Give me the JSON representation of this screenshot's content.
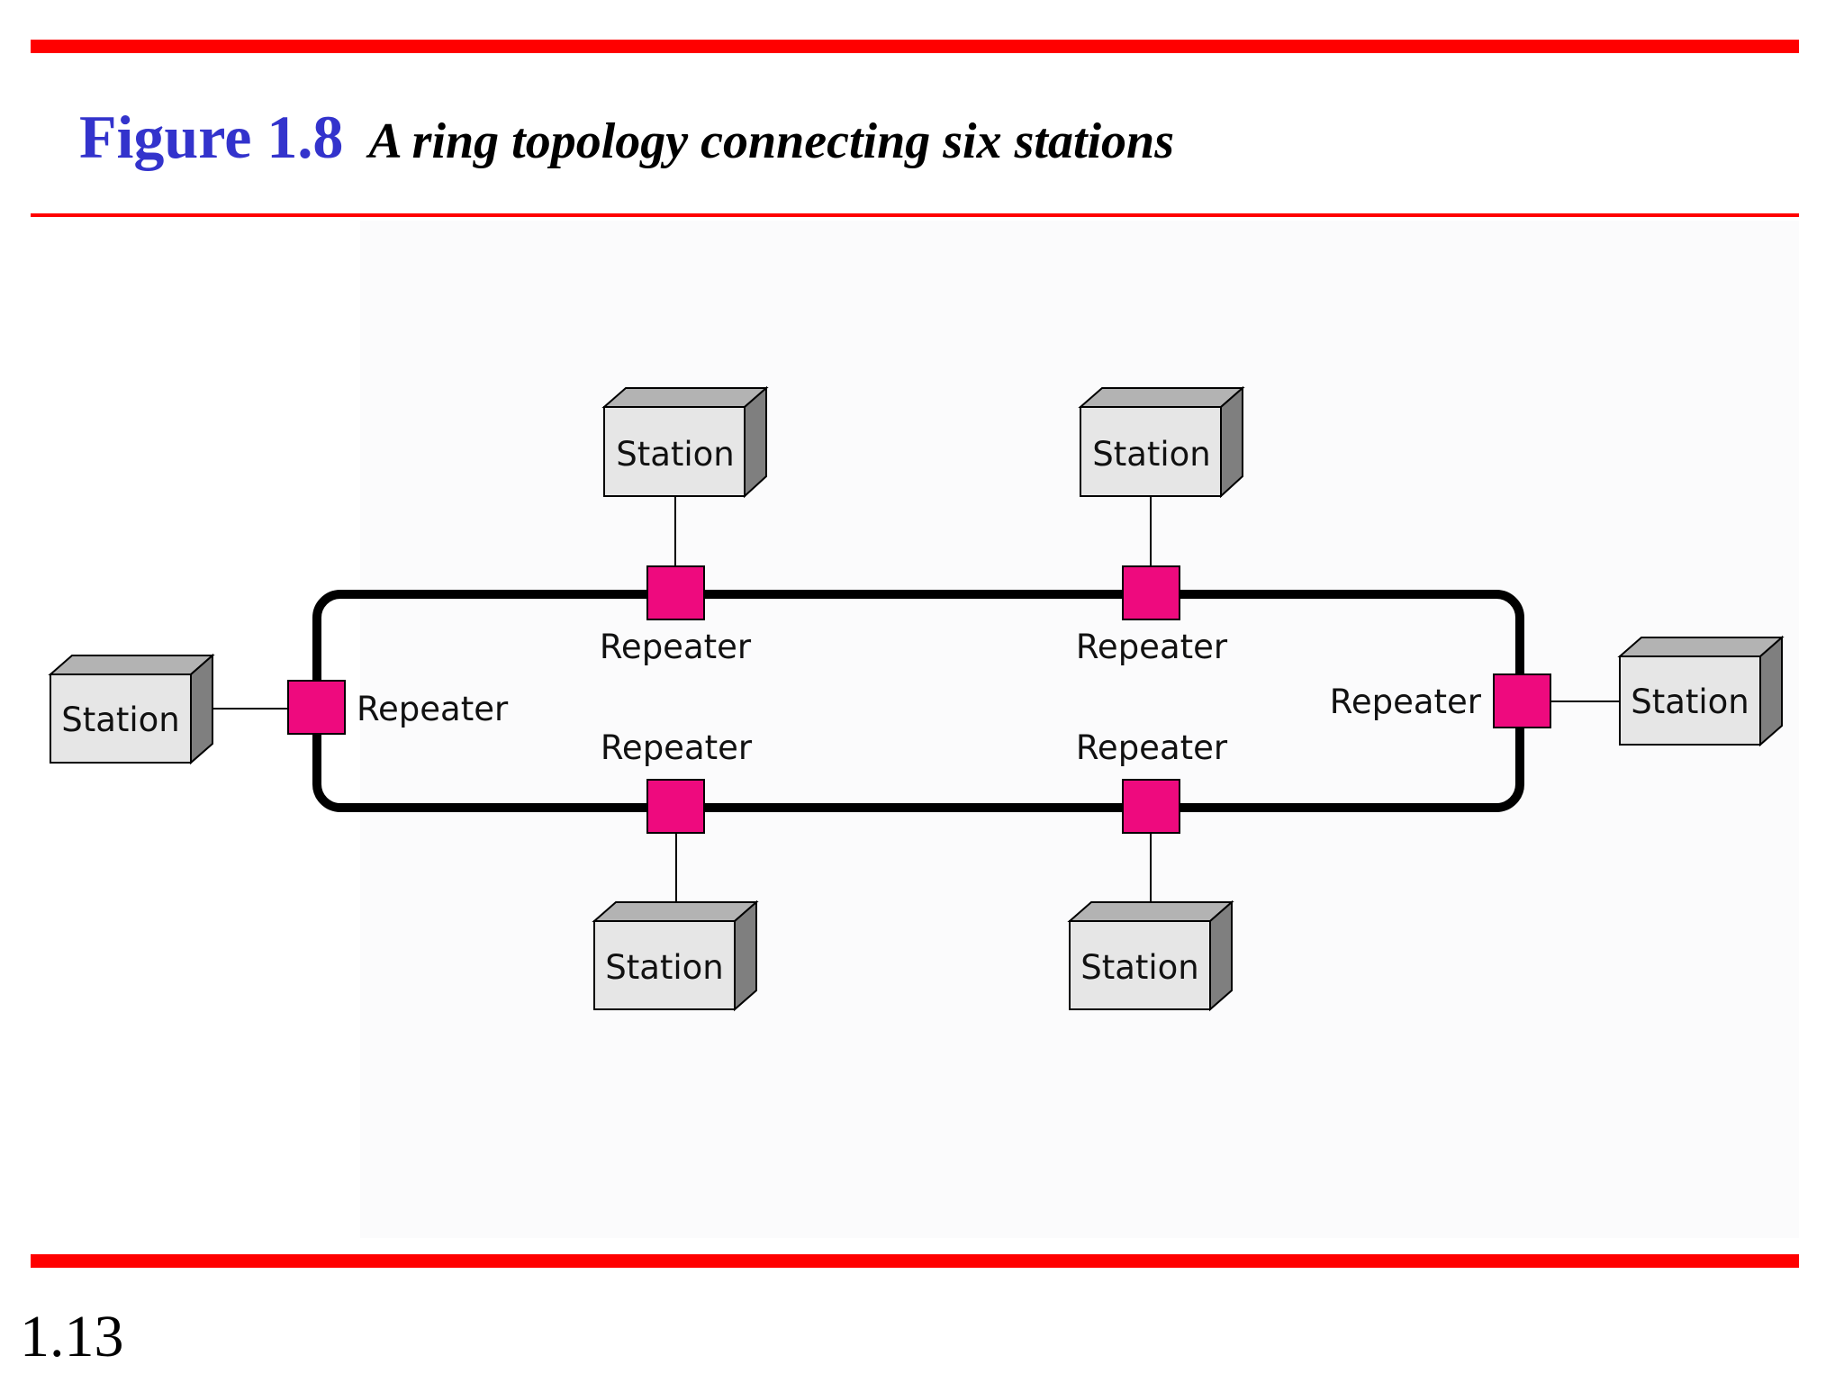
{
  "slide": {
    "figure_label": "Figure 1.8",
    "figure_caption": "A ring topology connecting six stations",
    "page_number": "1.13"
  },
  "colors": {
    "rule": "#ff0000",
    "figure_label": "#3333cc",
    "repeater_fill": "#ee0a7e",
    "station_front": "#e6e6e6",
    "station_top": "#b3b3b3",
    "station_side": "#7f7f7f",
    "ring": "#000000"
  },
  "diagram": {
    "stations": [
      {
        "id": "top-left",
        "label": "Station"
      },
      {
        "id": "top-right",
        "label": "Station"
      },
      {
        "id": "left",
        "label": "Station"
      },
      {
        "id": "right",
        "label": "Station"
      },
      {
        "id": "bottom-left",
        "label": "Station"
      },
      {
        "id": "bottom-right",
        "label": "Station"
      }
    ],
    "repeaters": [
      {
        "id": "top-left",
        "label": "Repeater"
      },
      {
        "id": "top-right",
        "label": "Repeater"
      },
      {
        "id": "left",
        "label": "Repeater"
      },
      {
        "id": "right",
        "label": "Repeater"
      },
      {
        "id": "bottom-left",
        "label": "Repeater"
      },
      {
        "id": "bottom-right",
        "label": "Repeater"
      }
    ]
  }
}
